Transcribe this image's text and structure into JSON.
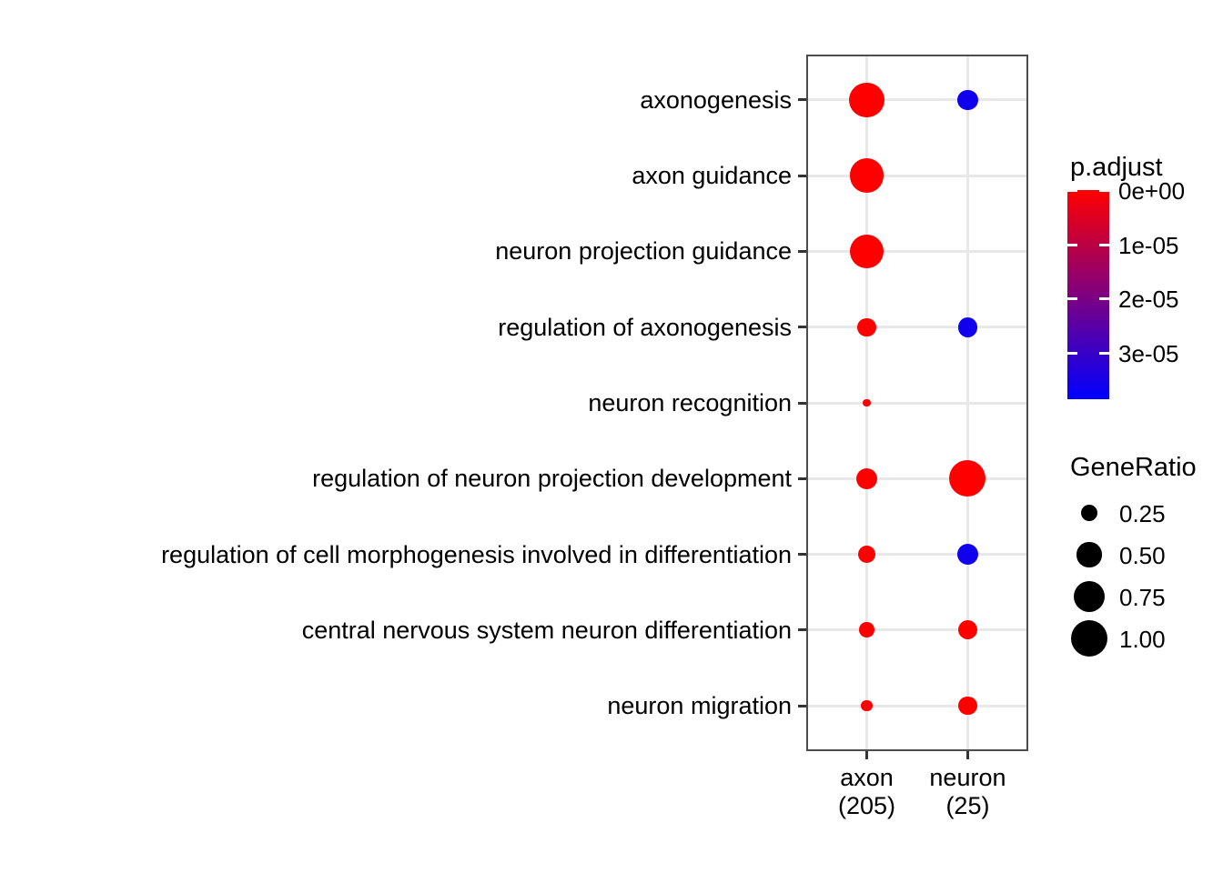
{
  "chart_data": {
    "type": "scatter",
    "subtype": "enrichment-dotplot",
    "title": "",
    "xlabel": "",
    "ylabel": "",
    "layout_hints": {
      "grid": true,
      "panel_border": true,
      "legend_position": "right"
    },
    "x_axis": {
      "categories": [
        {
          "label": "axon",
          "count_label": "(205)"
        },
        {
          "label": "neuron",
          "count_label": "(25)"
        }
      ]
    },
    "y_axis": {
      "categories": [
        "axonogenesis",
        "axon guidance",
        "neuron projection guidance",
        "regulation of axonogenesis",
        "neuron recognition",
        "regulation of neuron projection development",
        "regulation of cell morphogenesis involved in differentiation",
        "central nervous system neuron differentiation",
        "neuron migration"
      ]
    },
    "points": [
      {
        "row": 0,
        "col": 0,
        "gene_ratio": 0.92,
        "p_adjust": 0
      },
      {
        "row": 0,
        "col": 1,
        "gene_ratio": 0.36,
        "p_adjust": 3.6e-05
      },
      {
        "row": 1,
        "col": 0,
        "gene_ratio": 0.89,
        "p_adjust": 0
      },
      {
        "row": 2,
        "col": 0,
        "gene_ratio": 0.89,
        "p_adjust": 0
      },
      {
        "row": 3,
        "col": 0,
        "gene_ratio": 0.3,
        "p_adjust": 0
      },
      {
        "row": 3,
        "col": 1,
        "gene_ratio": 0.34,
        "p_adjust": 3.6e-05
      },
      {
        "row": 4,
        "col": 0,
        "gene_ratio": 0.08,
        "p_adjust": 0
      },
      {
        "row": 5,
        "col": 0,
        "gene_ratio": 0.38,
        "p_adjust": 0
      },
      {
        "row": 5,
        "col": 1,
        "gene_ratio": 1.0,
        "p_adjust": 0
      },
      {
        "row": 6,
        "col": 0,
        "gene_ratio": 0.28,
        "p_adjust": 0
      },
      {
        "row": 6,
        "col": 1,
        "gene_ratio": 0.39,
        "p_adjust": 3.6e-05
      },
      {
        "row": 7,
        "col": 0,
        "gene_ratio": 0.22,
        "p_adjust": 0
      },
      {
        "row": 7,
        "col": 1,
        "gene_ratio": 0.33,
        "p_adjust": 0
      },
      {
        "row": 8,
        "col": 0,
        "gene_ratio": 0.14,
        "p_adjust": 0
      },
      {
        "row": 8,
        "col": 1,
        "gene_ratio": 0.31,
        "p_adjust": 0
      }
    ],
    "color_legend": {
      "title": "p.adjust",
      "tick_labels": [
        "0e+00",
        "1e-05",
        "2e-05",
        "3e-05"
      ],
      "tick_values": [
        0,
        1e-05,
        2e-05,
        3e-05
      ],
      "domain": [
        0,
        3.85e-05
      ],
      "low_color": "#FF0000",
      "high_color": "#0000FF"
    },
    "size_legend": {
      "title": "GeneRatio",
      "values": [
        0.25,
        0.5,
        0.75,
        1.0
      ],
      "labels": [
        "0.25",
        "0.50",
        "0.75",
        "1.00"
      ],
      "dot_color": "#000000"
    }
  }
}
